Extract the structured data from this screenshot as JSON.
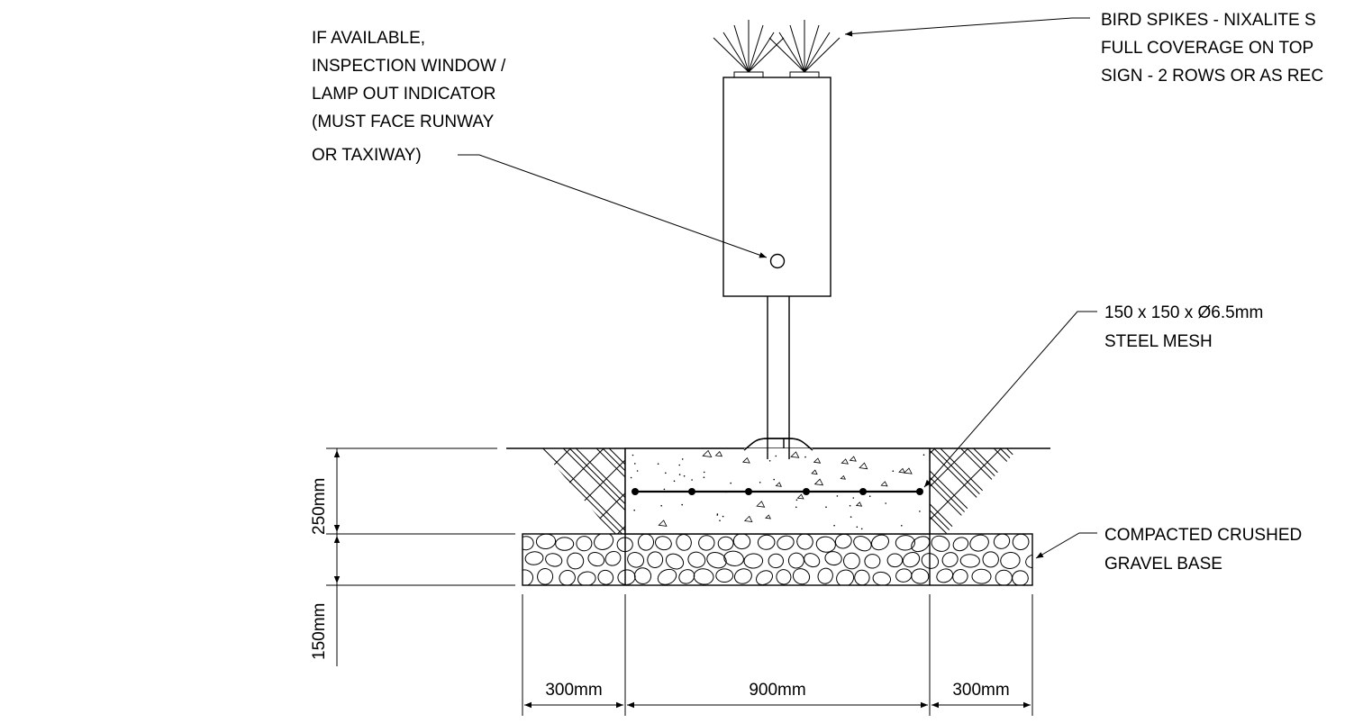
{
  "notes": {
    "inspection": [
      "IF AVAILABLE,",
      "INSPECTION WINDOW /",
      "LAMP OUT INDICATOR",
      "(MUST FACE RUNWAY",
      "OR TAXIWAY)"
    ],
    "bird_spikes": [
      "BIRD SPIKES - NIXALITE S",
      "FULL COVERAGE ON TOP",
      "SIGN - 2 ROWS OR AS REC"
    ],
    "mesh": [
      "150 x 150 x Ø6.5mm",
      "STEEL MESH"
    ],
    "gravel": [
      "COMPACTED CRUSHED",
      "GRAVEL BASE"
    ]
  },
  "dimensions": {
    "footing_depth": "250mm",
    "base_depth": "150mm",
    "left_width": "300mm",
    "center_width": "900mm",
    "right_width": "300mm"
  }
}
